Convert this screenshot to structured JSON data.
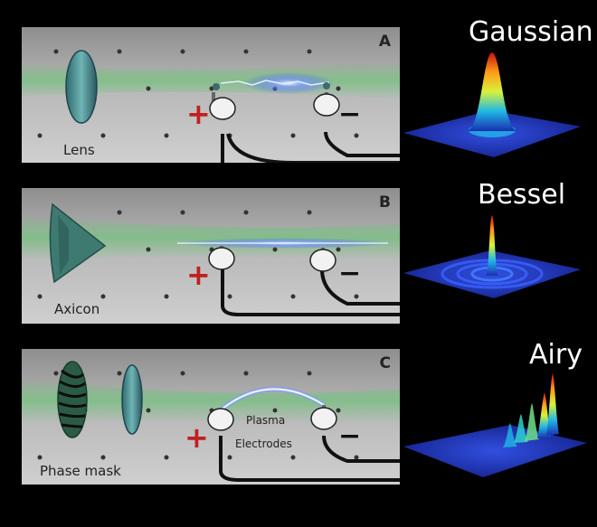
{
  "panels": [
    {
      "letter": "A",
      "optic": "Lens",
      "profile": "Gaussian"
    },
    {
      "letter": "B",
      "optic": "Axicon",
      "profile": "Bessel"
    },
    {
      "letter": "C",
      "optic": "Phase mask",
      "profile": "Airy",
      "plasma": "Plasma",
      "electrodes": "Electrodes"
    }
  ],
  "symbols": {
    "plus": "+",
    "minus": "−"
  },
  "colors": {
    "panel": "#a6a6a6",
    "beam": "#5cc86a",
    "plasma": "#6a8cff",
    "wire": "#111111",
    "plus": "#c0201f",
    "surface": "#1a2fb0"
  }
}
